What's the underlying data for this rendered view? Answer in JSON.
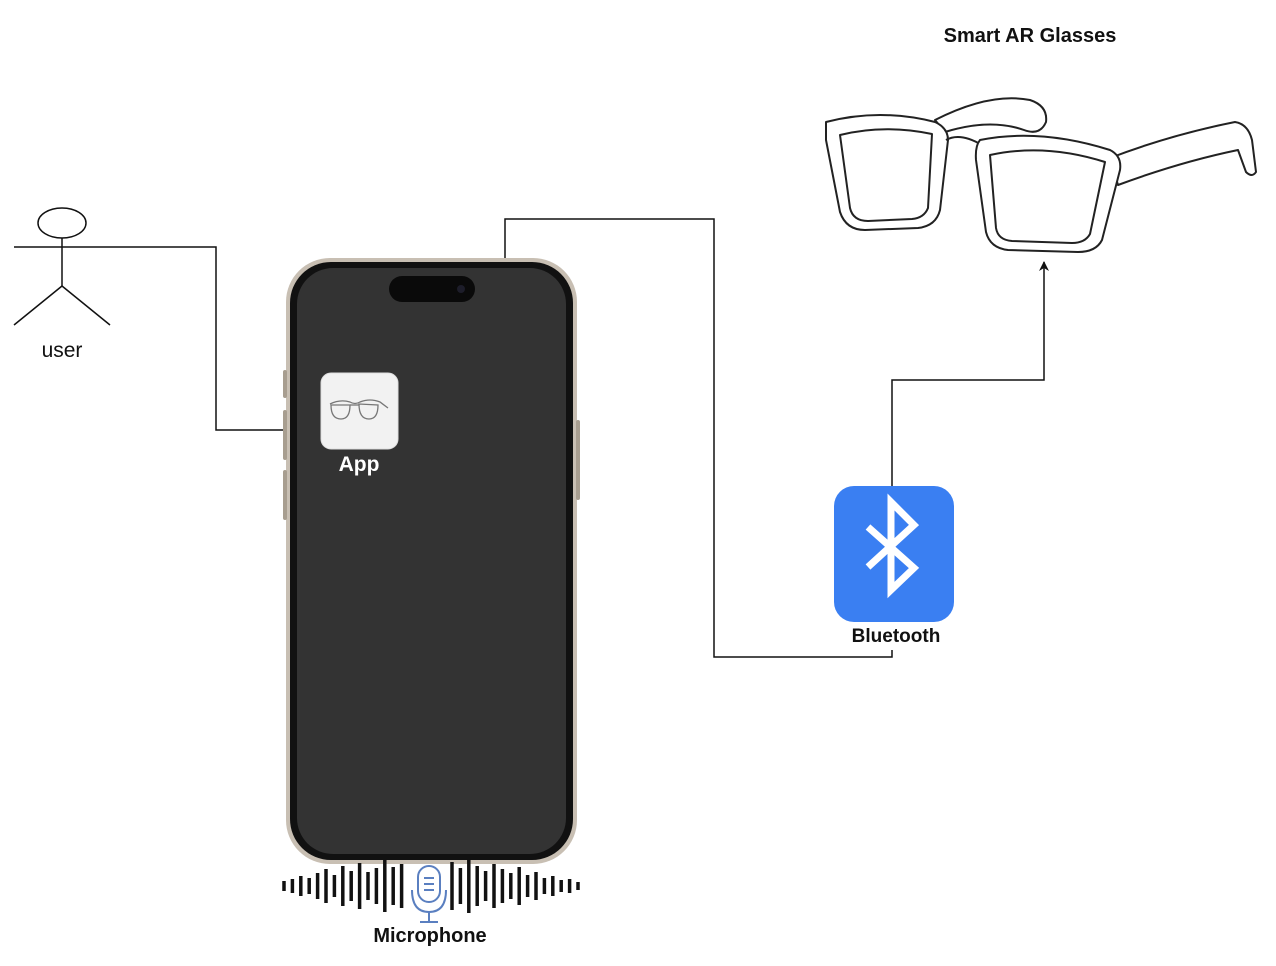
{
  "diagram": {
    "nodes": {
      "user": {
        "label": "user"
      },
      "app": {
        "label": "App"
      },
      "bluetooth": {
        "label": "Bluetooth",
        "color": "#3a7ff2"
      },
      "glasses": {
        "label": "Smart AR Glasses"
      },
      "microphone": {
        "label": "Microphone"
      }
    },
    "edges": [
      {
        "from": "user",
        "to": "app",
        "arrow": true
      },
      {
        "from": "phone",
        "to": "bluetooth",
        "arrow": false
      },
      {
        "from": "bluetooth",
        "to": "glasses",
        "arrow": true
      }
    ],
    "colors": {
      "phone_screen": "#333333",
      "phone_frame": "#c8bfb3",
      "line": "#111111"
    }
  }
}
